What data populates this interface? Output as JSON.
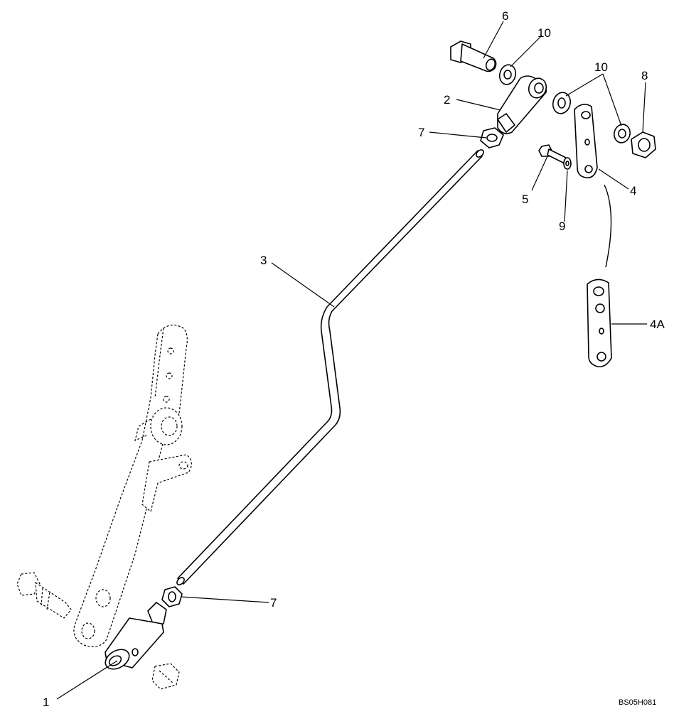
{
  "callouts": {
    "c1": "1",
    "c2": "2",
    "c3": "3",
    "c4": "4",
    "c4a": "4A",
    "c5": "5",
    "c6": "6",
    "c7a": "7",
    "c7b": "7",
    "c8": "8",
    "c9": "9",
    "c10a": "10",
    "c10b": "10"
  },
  "drawing_code": "BS05H081"
}
